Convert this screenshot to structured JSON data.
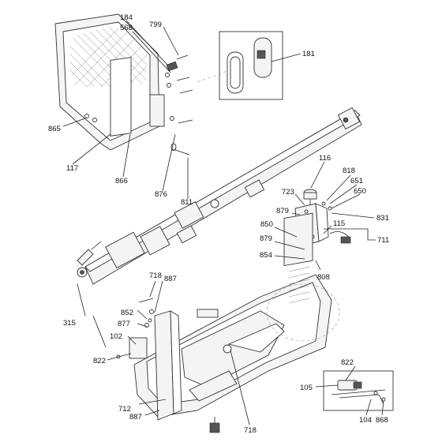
{
  "diagram": {
    "callouts": [
      {
        "id": "c184",
        "text": "184"
      },
      {
        "id": "c568",
        "text": "568"
      },
      {
        "id": "c799",
        "text": "799"
      },
      {
        "id": "c181",
        "text": "181"
      },
      {
        "id": "c865",
        "text": "865"
      },
      {
        "id": "c117",
        "text": "117"
      },
      {
        "id": "c866",
        "text": "866"
      },
      {
        "id": "c876",
        "text": "876"
      },
      {
        "id": "c811",
        "text": "811"
      },
      {
        "id": "c116",
        "text": "116"
      },
      {
        "id": "c818",
        "text": "818"
      },
      {
        "id": "c651",
        "text": "651"
      },
      {
        "id": "c650",
        "text": "650"
      },
      {
        "id": "c723",
        "text": "723"
      },
      {
        "id": "c879a",
        "text": "879"
      },
      {
        "id": "c831",
        "text": "831"
      },
      {
        "id": "c850",
        "text": "850"
      },
      {
        "id": "c115",
        "text": "115"
      },
      {
        "id": "c879b",
        "text": "879"
      },
      {
        "id": "c711",
        "text": "711"
      },
      {
        "id": "c854",
        "text": "854"
      },
      {
        "id": "c808",
        "text": "808"
      },
      {
        "id": "c718a",
        "text": "718"
      },
      {
        "id": "c887a",
        "text": "887"
      },
      {
        "id": "c852",
        "text": "852"
      },
      {
        "id": "c315",
        "text": "315"
      },
      {
        "id": "c877",
        "text": "877"
      },
      {
        "id": "c102",
        "text": "102"
      },
      {
        "id": "c822a",
        "text": "822"
      },
      {
        "id": "c822b",
        "text": "822"
      },
      {
        "id": "c105",
        "text": "105"
      },
      {
        "id": "c712",
        "text": "712"
      },
      {
        "id": "c887b",
        "text": "887"
      },
      {
        "id": "c718b",
        "text": "718"
      },
      {
        "id": "c104",
        "text": "104"
      },
      {
        "id": "c868",
        "text": "868"
      }
    ]
  }
}
